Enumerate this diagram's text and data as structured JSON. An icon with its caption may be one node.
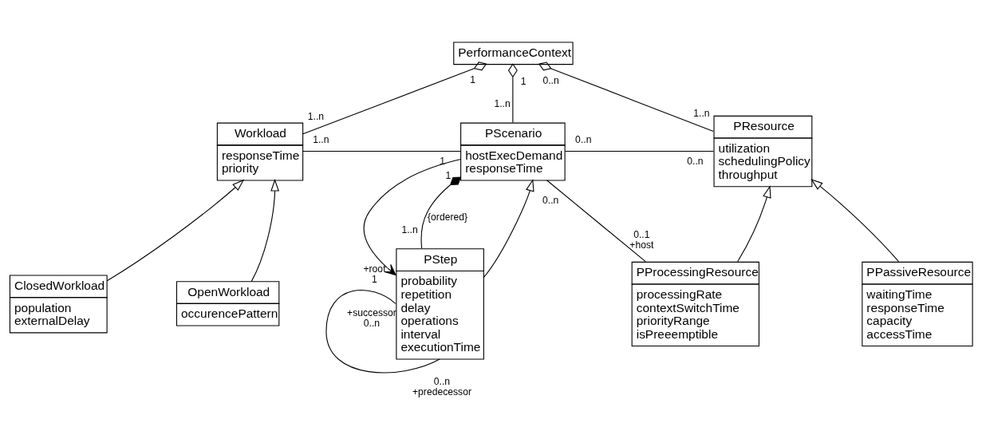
{
  "diagram": {
    "nodes": [
      {
        "text": [
          "PerformanceContext"
        ]
      },
      {
        "text": [
          "Workload",
          "responseTime",
          "priority"
        ]
      },
      {
        "text": [
          "PScenario",
          "hostExecDemand",
          "responseTime"
        ]
      },
      {
        "text": [
          "PResource",
          "utilization",
          "schedulingPolicy",
          "throughput"
        ]
      },
      {
        "text": [
          "ClosedWorkload",
          "population",
          "externalDelay"
        ]
      },
      {
        "text": [
          "OpenWorkload",
          "occurencePattern"
        ]
      },
      {
        "text": [
          "PStep",
          "probability",
          "repetition",
          "delay",
          "operations",
          "interval",
          "executionTime"
        ]
      },
      {
        "text": [
          "PProcessingResource",
          "processingRate",
          "contextSwitchTime",
          "priorityRange",
          "isPreeemptible"
        ]
      },
      {
        "text": [
          "PPassiveResource",
          "waitingTime",
          "responseTime",
          "capacity",
          "accessTime"
        ]
      }
    ],
    "edges": [
      {
        "from": 0,
        "to": 1,
        "arrow": "other"
      },
      {
        "from": 0,
        "to": 2,
        "arrow": "other"
      },
      {
        "from": 0,
        "to": 3,
        "arrow": "other"
      },
      {
        "from": 1,
        "to": 2,
        "arrow": "none"
      },
      {
        "from": 2,
        "to": 3,
        "arrow": "none"
      },
      {
        "from": 2,
        "to": 6,
        "arrow": "to"
      },
      {
        "from": 6,
        "to": 2,
        "arrow": "to"
      },
      {
        "from": 2,
        "to": 6,
        "arrow": "other",
        "label": "{ordered}"
      },
      {
        "from": 2,
        "to": 7,
        "arrow": "none"
      },
      {
        "from": 4,
        "to": 1,
        "arrow": "to"
      },
      {
        "from": 5,
        "to": 1,
        "arrow": "to"
      },
      {
        "from": 7,
        "to": 3,
        "arrow": "to"
      },
      {
        "from": 8,
        "to": 3,
        "arrow": "to"
      },
      {
        "from": 6,
        "to": 6,
        "arrow": "none"
      }
    ],
    "labels": [
      "1",
      "0..n",
      "1",
      "1..n",
      "1..n",
      "1..n",
      "1..n",
      "1",
      "0..n",
      "0..n",
      "0..n",
      "1",
      "+root",
      "1",
      "1..n",
      "0..1",
      "+host",
      "+successor",
      "0..n",
      "0..n",
      "+predecessor"
    ]
  }
}
